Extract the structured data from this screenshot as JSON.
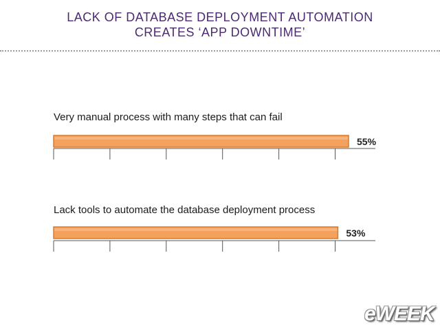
{
  "slide": {
    "title_line1": "LACK OF DATABASE DEPLOYMENT AUTOMATION",
    "title_line2": "CREATES ‘APP DOWNTIME’",
    "logo": "eWEEK"
  },
  "colors": {
    "title": "#4b2a72",
    "bar_fill": "#f4a15d",
    "bar_stroke": "#d97a2b",
    "axis": "#555555"
  },
  "chart_data": [
    {
      "type": "bar",
      "orientation": "horizontal",
      "categories": [
        "Very manual process with many steps that can fail"
      ],
      "values": [
        55
      ],
      "value_labels": [
        "55%"
      ],
      "xlim": [
        0,
        60
      ],
      "grid": false
    },
    {
      "type": "bar",
      "orientation": "horizontal",
      "categories": [
        "Lack tools to automate the database deployment process"
      ],
      "values": [
        53
      ],
      "value_labels": [
        "53%"
      ],
      "xlim": [
        0,
        60
      ],
      "grid": false
    }
  ]
}
